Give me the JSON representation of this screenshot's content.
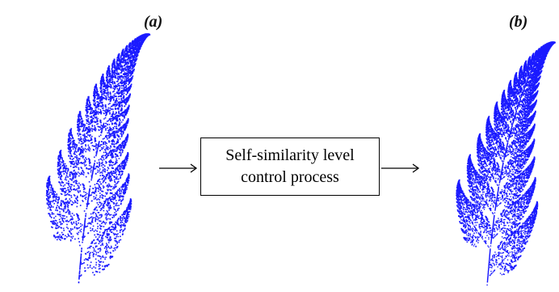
{
  "panels": {
    "left_label": "(a)",
    "right_label": "(b)"
  },
  "process_box": {
    "line1": "Self-similarity level",
    "line2": "control process"
  },
  "colors": {
    "fern": "#1a1aff",
    "arrow": "#000000",
    "box_border": "#000000"
  },
  "icons": {
    "left_figure": "barnsley-fern-sparse",
    "right_figure": "barnsley-fern-dense",
    "arrow_in": "right-arrow",
    "arrow_out": "right-arrow"
  }
}
